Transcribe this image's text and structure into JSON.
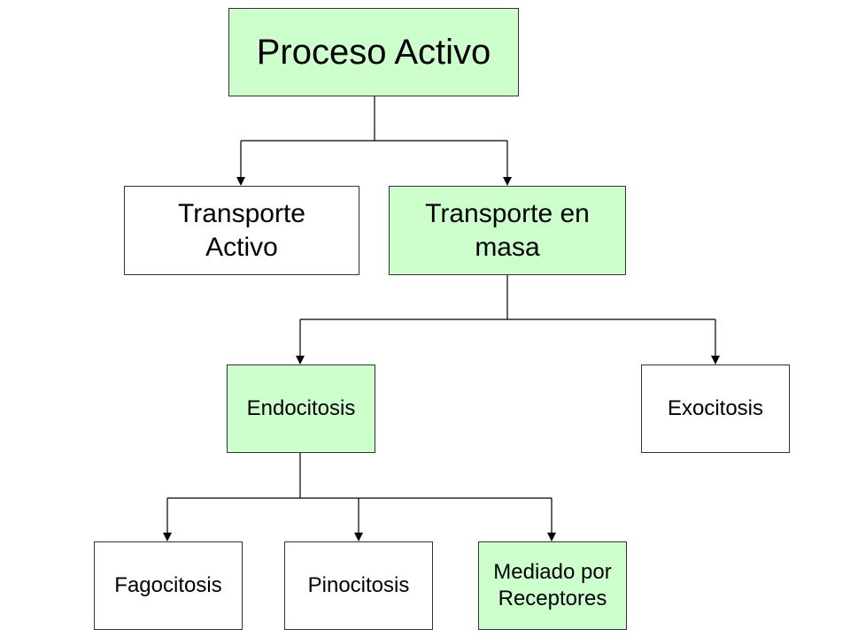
{
  "diagram": {
    "colors": {
      "highlight": "#ccffcc",
      "plain": "#ffffff",
      "line": "#333333"
    },
    "nodes": {
      "root": {
        "label": "Proceso Activo",
        "highlight": true
      },
      "transporte_activo": {
        "label": "Transporte\nActivo",
        "highlight": false
      },
      "transporte_masa": {
        "label": "Transporte en\nmasa",
        "highlight": true
      },
      "endocitosis": {
        "label": "Endocitosis",
        "highlight": true
      },
      "exocitosis": {
        "label": "Exocitosis",
        "highlight": false
      },
      "fagocitosis": {
        "label": "Fagocitosis",
        "highlight": false
      },
      "pinocitosis": {
        "label": "Pinocitosis",
        "highlight": false
      },
      "mediado": {
        "label": "Mediado por\nReceptores",
        "highlight": true
      }
    },
    "edges": [
      {
        "from": "root",
        "to": "transporte_activo"
      },
      {
        "from": "root",
        "to": "transporte_masa"
      },
      {
        "from": "transporte_masa",
        "to": "endocitosis"
      },
      {
        "from": "transporte_masa",
        "to": "exocitosis"
      },
      {
        "from": "endocitosis",
        "to": "fagocitosis"
      },
      {
        "from": "endocitosis",
        "to": "pinocitosis"
      },
      {
        "from": "endocitosis",
        "to": "mediado"
      }
    ]
  }
}
